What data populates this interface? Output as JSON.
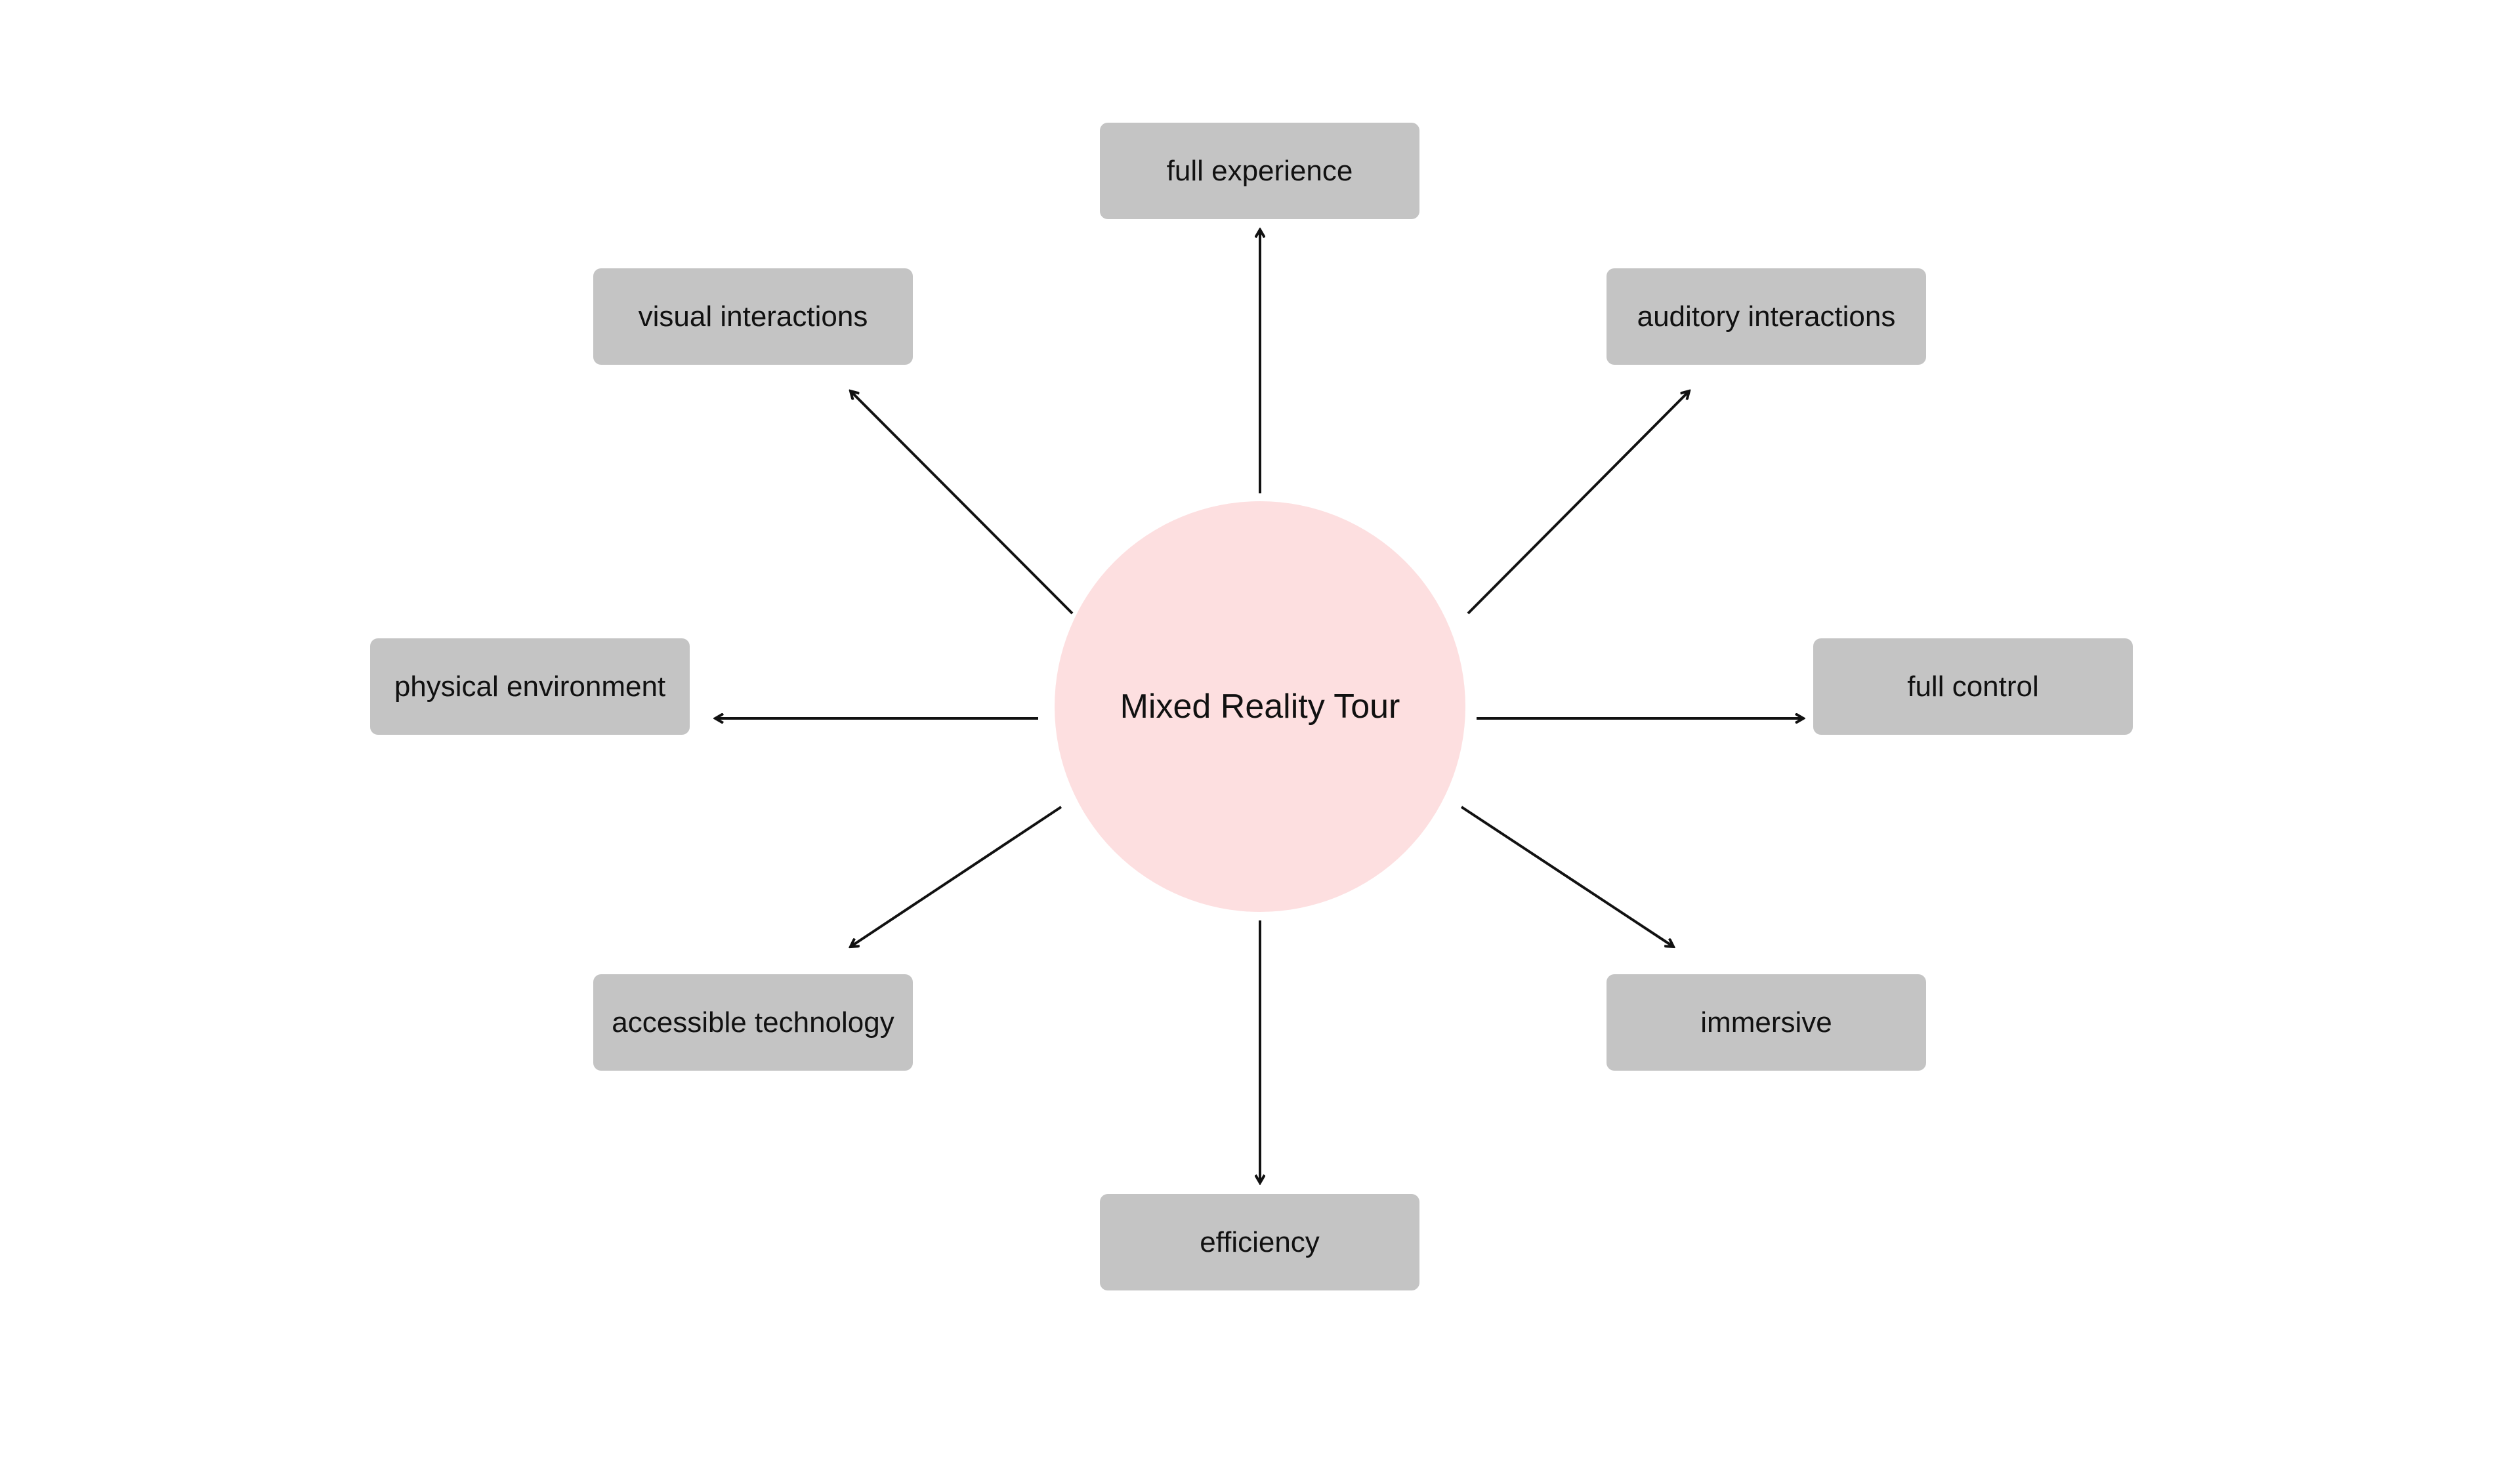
{
  "diagram": {
    "center": {
      "label": "Mixed Reality Tour",
      "color": "#fddfe0"
    },
    "node_color": "#c4c4c4",
    "nodes": [
      {
        "label": "full experience"
      },
      {
        "label": "visual interactions"
      },
      {
        "label": "auditory interactions"
      },
      {
        "label": "physical environment"
      },
      {
        "label": "full control"
      },
      {
        "label": "accessible technology"
      },
      {
        "label": "immersive"
      },
      {
        "label": "efficiency"
      }
    ]
  }
}
